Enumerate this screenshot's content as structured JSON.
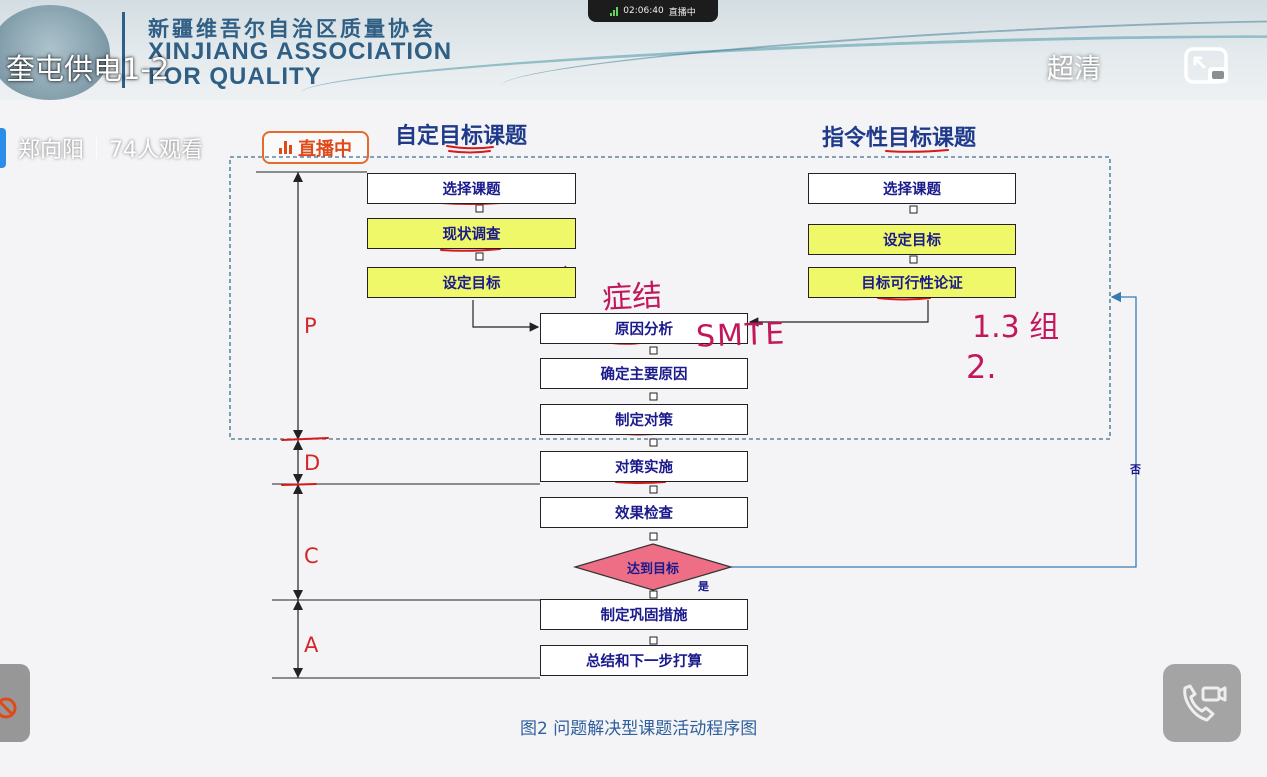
{
  "video": {
    "title": "奎屯供电1-2",
    "quality": "超清",
    "status_time": "02:06:40",
    "status_text": "直播中",
    "host": "郑向阳",
    "viewers": "74人观看",
    "live_badge": "直播中"
  },
  "slide": {
    "org_cn": "新疆维吾尔自治区质量协会",
    "org_en_line1": "XINJIANG ASSOCIATION",
    "org_en_line2": "FOR QUALITY",
    "left_title": "自定目标课题",
    "right_title": "指令性目标课题",
    "phases": [
      "P",
      "D",
      "C",
      "A"
    ],
    "left_steps": [
      "选择课题",
      "现状调查",
      "设定目标"
    ],
    "right_steps": [
      "选择课题",
      "设定目标",
      "目标可行性论证"
    ],
    "main_steps": [
      "原因分析",
      "确定主要原因",
      "制定对策",
      "对策实施",
      "效果检查"
    ],
    "decision": "达到目标",
    "yes": "是",
    "no": "否",
    "final_steps": [
      "制定巩固措施",
      "总结和下一步打算"
    ],
    "caption": "图2 问题解决型课题活动程序图"
  },
  "annotations": {
    "handwriting_1": "症结",
    "handwriting_2": "SMTE",
    "handwriting_3": "1.3 组",
    "handwriting_4": "2."
  },
  "colors": {
    "box_yellow": "#eef868",
    "decision_pink": "#ee6e86",
    "text_blue": "#1a1a8c",
    "phase_red": "#d1272a",
    "live_orange": "#e0491a",
    "pen_magenta": "#c2185b"
  }
}
